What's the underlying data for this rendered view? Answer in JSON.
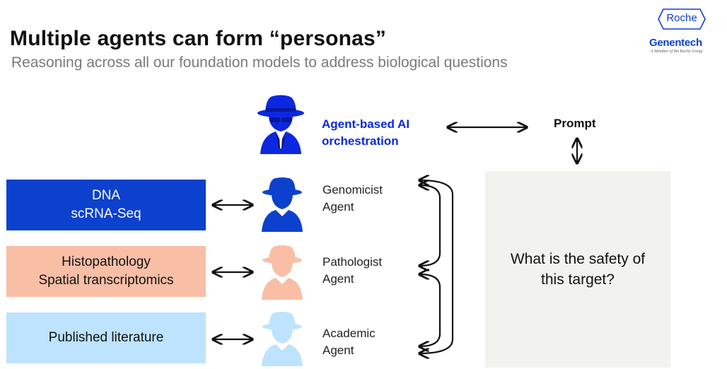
{
  "header": {
    "title": "Multiple agents can form “personas”",
    "subtitle": "Reasoning across all our foundation models to address biological questions"
  },
  "logo": {
    "brand": "Roche",
    "company": "Genentech",
    "tagline": "A Member of the Roche Group"
  },
  "orchestrator": {
    "label_line1": "Agent-based  AI",
    "label_line2": "orchestration",
    "icon": "detective-icon",
    "color": "#0b28e0"
  },
  "prompt": {
    "label": "Prompt"
  },
  "data_sources": [
    {
      "line1": "DNA",
      "line2": "scRNA-Seq",
      "color": "#0b41cd"
    },
    {
      "line1": "Histopathology",
      "line2": "Spatial transcriptomics",
      "color": "#f8bfa6"
    },
    {
      "line1": "Published literature",
      "line2": "",
      "color": "#bde3ff"
    }
  ],
  "agents": [
    {
      "line1": "Genomicist",
      "line2": "Agent",
      "icon": "hat-person-icon",
      "color": "#0b41cd"
    },
    {
      "line1": "Pathologist",
      "line2": "Agent",
      "icon": "hat-person-icon",
      "color": "#f8bfa6"
    },
    {
      "line1": "Academic",
      "line2": "Agent",
      "icon": "hat-person-icon",
      "color": "#bde3ff"
    }
  ],
  "question": {
    "text": "What is the safety of this target?"
  }
}
